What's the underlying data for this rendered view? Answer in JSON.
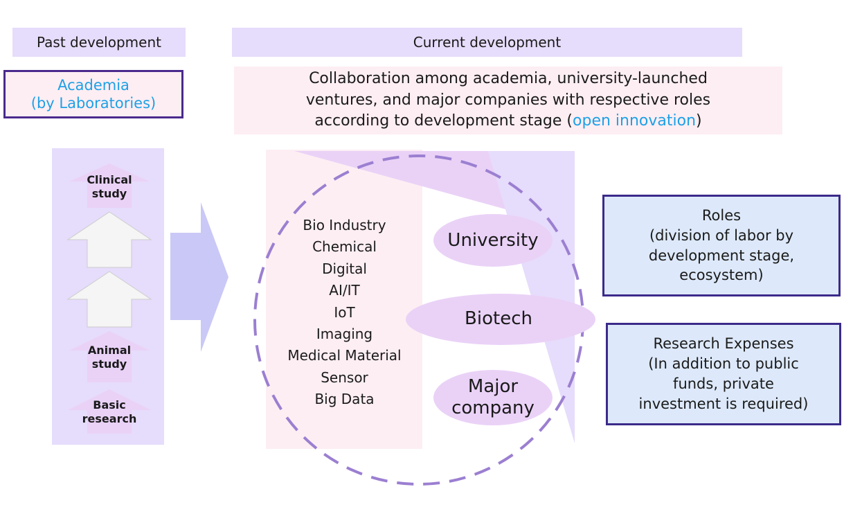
{
  "headers": {
    "past": "Past development",
    "current": "Current development"
  },
  "academia": {
    "line1": "Academia",
    "line2": "(by Laboratories)"
  },
  "collaboration": {
    "line1": "Collaboration among academia, university-launched",
    "line2": "ventures, and major companies with respective roles",
    "line3_prefix": "according to development stage (",
    "line3_highlight": "open innovation",
    "line3_suffix": ")"
  },
  "stages": {
    "clinical": [
      "Clinical",
      "study"
    ],
    "animal": [
      "Animal",
      "study"
    ],
    "basic": [
      "Basic",
      "research"
    ]
  },
  "industries": [
    "Bio Industry",
    "Chemical",
    "Digital",
    "AI/IT",
    "IoT",
    "Imaging",
    "Medical Material",
    "Sensor",
    "Big Data"
  ],
  "players": {
    "university": "University",
    "biotech": "Biotech",
    "major_company": [
      "Major",
      "company"
    ]
  },
  "roles": [
    "Roles",
    "(division of labor by",
    "development stage,",
    "ecosystem)"
  ],
  "research_expenses": [
    "Research Expenses",
    "(In addition to public",
    "funds, private",
    "investment is required)"
  ],
  "colors": {
    "lavender": "#e6dcfb",
    "pink": "#fdeef3",
    "accent_blue": "#1ea0e6",
    "dashed_circle": "#9b7fd1",
    "box_border": "#3b2a8a",
    "box_fill": "#dde9fa",
    "ellipse_fill": "#ead2f7"
  }
}
